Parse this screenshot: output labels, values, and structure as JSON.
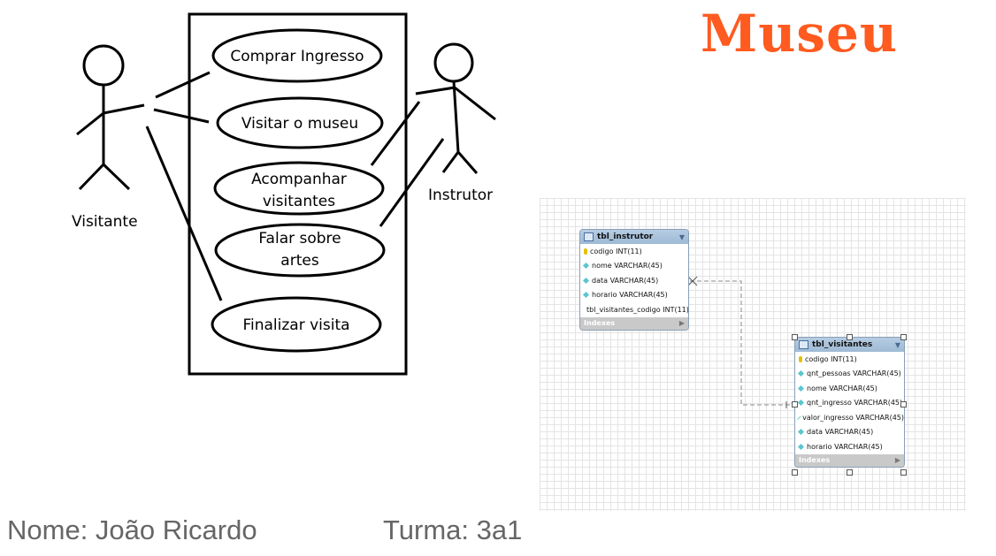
{
  "title": "Museu",
  "use_case": {
    "actors": [
      {
        "id": "visitante",
        "label": "Visitante"
      },
      {
        "id": "instrutor",
        "label": "Instrutor"
      }
    ],
    "use_cases": [
      {
        "lines": [
          "Comprar Ingresso"
        ]
      },
      {
        "lines": [
          "Visitar o museu"
        ]
      },
      {
        "lines": [
          "Acompanhar",
          "visitantes"
        ]
      },
      {
        "lines": [
          "Falar sobre",
          "artes"
        ]
      },
      {
        "lines": [
          "Finalizar visita"
        ]
      }
    ]
  },
  "erd": {
    "tables": [
      {
        "name": "tbl_instrutor",
        "columns": [
          {
            "kind": "pk",
            "text": "codigo INT(11)"
          },
          {
            "kind": "col",
            "text": "nome VARCHAR(45)"
          },
          {
            "kind": "col",
            "text": "data VARCHAR(45)"
          },
          {
            "kind": "col",
            "text": "horario VARCHAR(45)"
          },
          {
            "kind": "fk",
            "text": "tbl_visitantes_codigo INT(11)"
          }
        ],
        "footer": "Indexes"
      },
      {
        "name": "tbl_visitantes",
        "columns": [
          {
            "kind": "pk",
            "text": "codigo INT(11)"
          },
          {
            "kind": "col",
            "text": "qnt_pessoas VARCHAR(45)"
          },
          {
            "kind": "col",
            "text": "nome VARCHAR(45)"
          },
          {
            "kind": "col",
            "text": "qnt_ingresso VARCHAR(45)"
          },
          {
            "kind": "col",
            "text": "valor_ingresso VARCHAR(45)"
          },
          {
            "kind": "col",
            "text": "data VARCHAR(45)"
          },
          {
            "kind": "col",
            "text": "horario VARCHAR(45)"
          }
        ],
        "footer": "Indexes"
      }
    ]
  },
  "footer": {
    "nome": "Nome: João Ricardo",
    "turma": "Turma: 3a1"
  },
  "colors": {
    "title": "#ff5a1f",
    "footer_text": "#666666"
  }
}
